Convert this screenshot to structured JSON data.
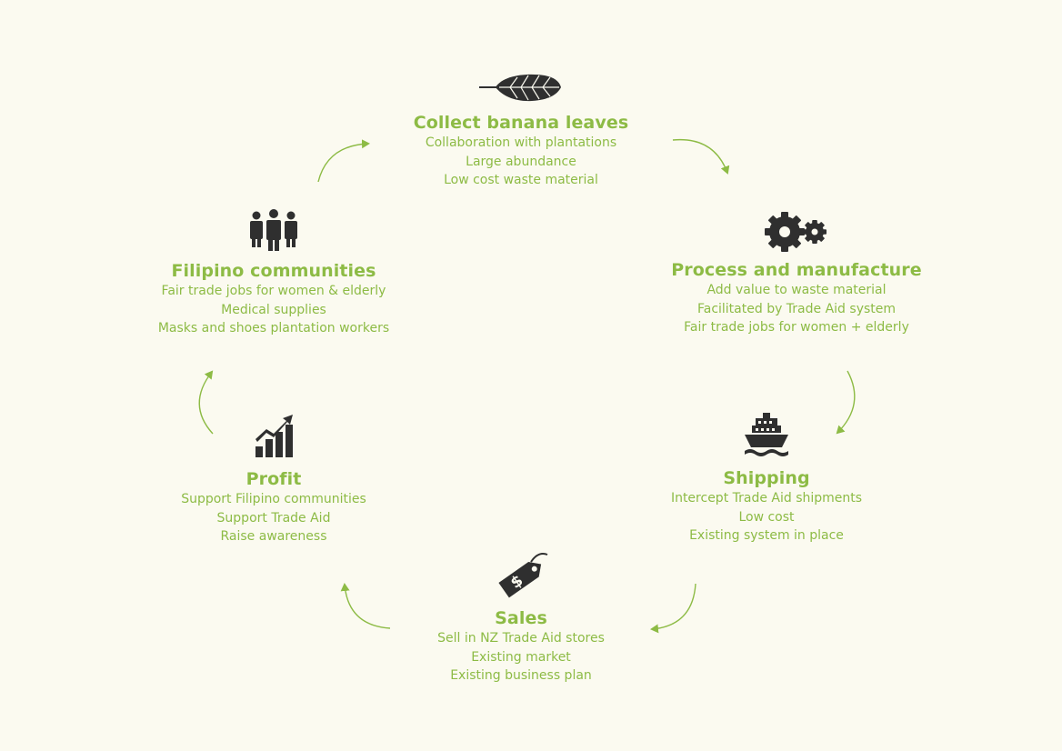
{
  "colors": {
    "background": "#fbfaf0",
    "accent": "#8dbb45",
    "icon": "#2f2f2f"
  },
  "steps": [
    {
      "id": "collect",
      "icon": "leaf-icon",
      "title": "Collect banana leaves",
      "lines": [
        "Collaboration with plantations",
        "Large abundance",
        "Low cost waste material"
      ]
    },
    {
      "id": "process",
      "icon": "gears-icon",
      "title": "Process and manufacture",
      "lines": [
        "Add value to waste material",
        "Facilitated by Trade Aid system",
        "Fair trade jobs for women + elderly"
      ]
    },
    {
      "id": "shipping",
      "icon": "ship-icon",
      "title": "Shipping",
      "lines": [
        "Intercept Trade Aid shipments",
        "Low cost",
        "Existing system in place"
      ]
    },
    {
      "id": "sales",
      "icon": "price-tag-icon",
      "title": "Sales",
      "lines": [
        "Sell in NZ Trade Aid stores",
        "Existing market",
        "Existing business plan"
      ]
    },
    {
      "id": "profit",
      "icon": "growth-chart-icon",
      "title": "Profit",
      "lines": [
        "Support Filipino communities",
        "Support Trade Aid",
        "Raise awareness"
      ]
    },
    {
      "id": "filipino",
      "icon": "people-icon",
      "title": "Filipino communities",
      "lines": [
        "Fair trade jobs for women & elderly",
        "Medical supplies",
        "Masks and shoes plantation workers"
      ]
    }
  ]
}
